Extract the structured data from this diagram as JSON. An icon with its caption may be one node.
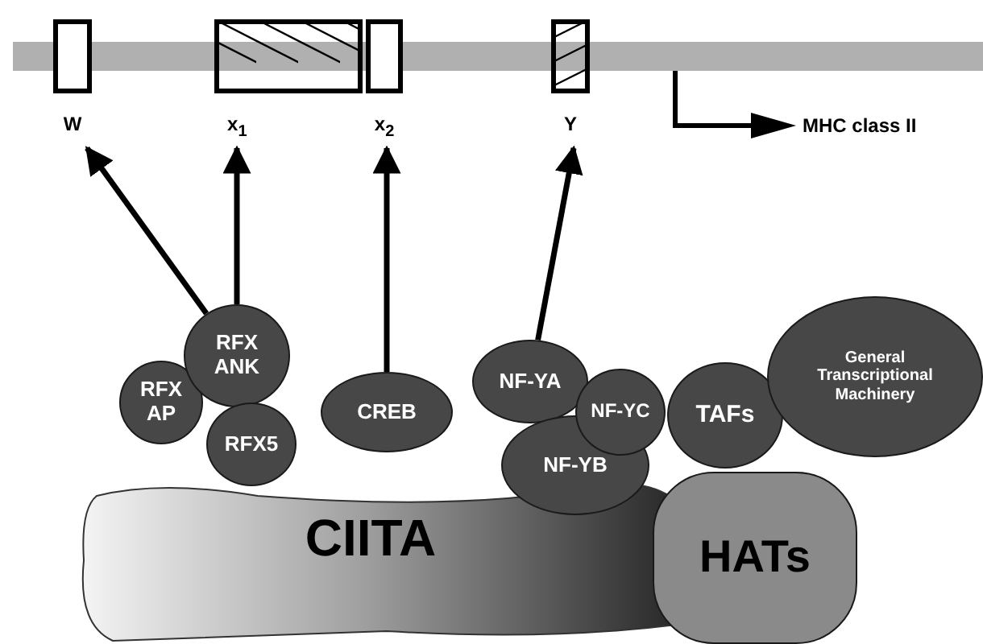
{
  "diagram": {
    "nodes": [
      {
        "text": [],
        "shape": "bar"
      },
      {
        "text": [
          "W"
        ]
      },
      {
        "text": [
          "x$_{1}$"
        ]
      },
      {
        "text": [
          "x$_{2}$"
        ]
      },
      {
        "text": [
          "Y"
        ]
      },
      {
        "text": [
          "CIITA"
        ]
      },
      {
        "text": [
          "HATs"
        ]
      },
      {
        "text": [
          "RFX ANK"
        ]
      },
      {
        "text": [
          "RFX AP"
        ]
      },
      {
        "text": [
          "RFX5"
        ]
      },
      {
        "text": [
          "CREB"
        ]
      },
      {
        "text": [
          "NF-YA"
        ]
      },
      {
        "text": [
          "NF-YB"
        ]
      },
      {
        "text": [
          "NF-YC"
        ]
      },
      {
        "text": [
          "TAFs"
        ]
      },
      {
        "text": [
          "General Transcriptional Machinery"
        ]
      }
    ],
    "edges": [
      {
        "from": 7,
        "to": 1,
        "arrow": "to"
      },
      {
        "from": 7,
        "to": 2,
        "arrow": "to"
      },
      {
        "from": 10,
        "to": 3,
        "arrow": "to"
      },
      {
        "from": 11,
        "to": 4,
        "arrow": "to"
      }
    ],
    "labels": [
      "MHC class II"
    ]
  }
}
